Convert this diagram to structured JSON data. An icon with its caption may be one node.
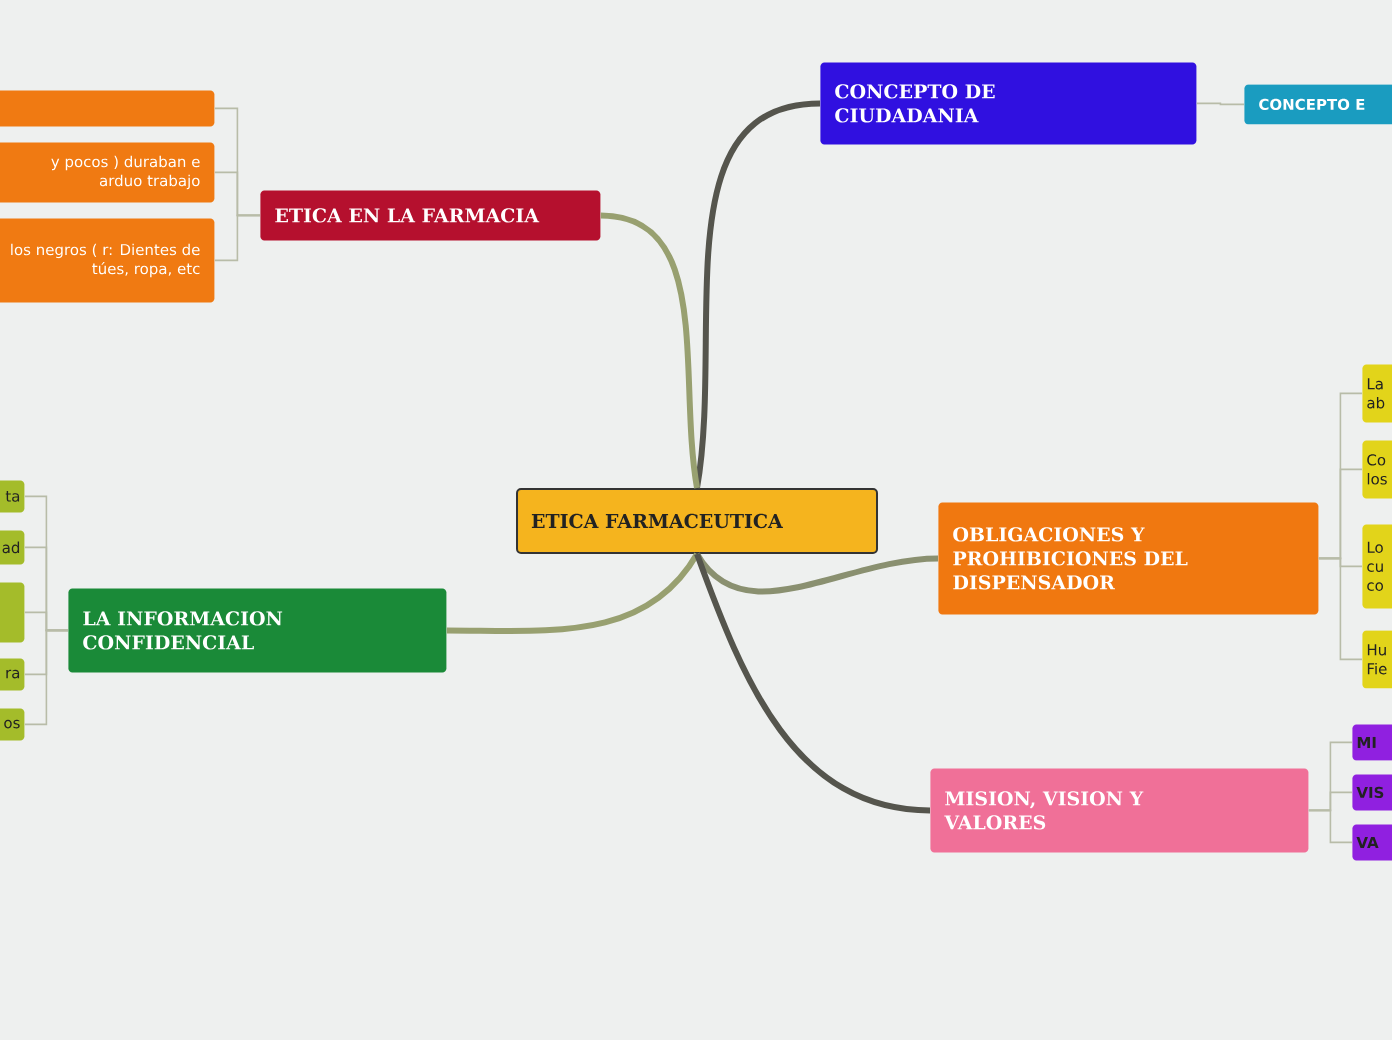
{
  "diagram": {
    "nodes": [
      {
        "text": [
          "ETICA FARMACEUTICA"
        ]
      },
      {
        "text": [
          "CONCEPTO DE CIUDADANIA"
        ]
      },
      {
        "text": [
          "CONCEPTO E"
        ]
      },
      {
        "text": [
          "ETICA EN LA FARMACIA"
        ]
      },
      {
        "text": [],
        "shape": "box"
      },
      {
        "text": [
          "y pocos ) duraban e arduo trabajo"
        ]
      },
      {
        "text": [
          "los negros ( r: Dientes de túes, ropa, etc"
        ]
      },
      {
        "text": [
          "LA INFORMACION CONFIDENCIAL"
        ]
      },
      {
        "text": [
          "ta"
        ]
      },
      {
        "text": [
          "ad"
        ]
      },
      {
        "text": [],
        "shape": "box"
      },
      {
        "text": [
          "ra"
        ]
      },
      {
        "text": [
          "os"
        ]
      },
      {
        "text": [
          "OBLIGACIONES Y PROHIBICIONES DEL DISPENSADOR"
        ]
      },
      {
        "text": [
          "La ab"
        ]
      },
      {
        "text": [
          "Co los"
        ]
      },
      {
        "text": [
          "Lo cu co"
        ]
      },
      {
        "text": [
          "Hu Fie"
        ]
      },
      {
        "text": [
          "MISION, VISION Y VALORES"
        ]
      },
      {
        "text": [
          "MI"
        ]
      },
      {
        "text": [
          "VIS"
        ]
      },
      {
        "text": [
          "VA"
        ]
      }
    ],
    "edges": [
      {
        "from": 0,
        "to": 1,
        "arrow": "none",
        "style": "thick",
        "color": "#55554d"
      },
      {
        "from": 0,
        "to": 3,
        "arrow": "none",
        "style": "thick",
        "color": "#98a070"
      },
      {
        "from": 0,
        "to": 7,
        "arrow": "none",
        "style": "thick",
        "color": "#98a070"
      },
      {
        "from": 0,
        "to": 13,
        "arrow": "none",
        "style": "thick",
        "color": "#8a9070"
      },
      {
        "from": 0,
        "to": 18,
        "arrow": "none",
        "style": "thick",
        "color": "#55554d"
      },
      {
        "from": 1,
        "to": 2,
        "arrow": "none"
      },
      {
        "from": 3,
        "to": 4,
        "arrow": "none"
      },
      {
        "from": 3,
        "to": 5,
        "arrow": "none"
      },
      {
        "from": 3,
        "to": 6,
        "arrow": "none"
      },
      {
        "from": 7,
        "to": 8,
        "arrow": "none"
      },
      {
        "from": 7,
        "to": 9,
        "arrow": "none"
      },
      {
        "from": 7,
        "to": 10,
        "arrow": "none"
      },
      {
        "from": 7,
        "to": 11,
        "arrow": "none"
      },
      {
        "from": 7,
        "to": 12,
        "arrow": "none"
      },
      {
        "from": 13,
        "to": 14,
        "arrow": "none"
      },
      {
        "from": 13,
        "to": 15,
        "arrow": "none"
      },
      {
        "from": 13,
        "to": 16,
        "arrow": "none"
      },
      {
        "from": 13,
        "to": 17,
        "arrow": "none"
      },
      {
        "from": 18,
        "to": 19,
        "arrow": "none"
      },
      {
        "from": 18,
        "to": 20,
        "arrow": "none"
      },
      {
        "from": 18,
        "to": 21,
        "arrow": "none"
      }
    ]
  }
}
